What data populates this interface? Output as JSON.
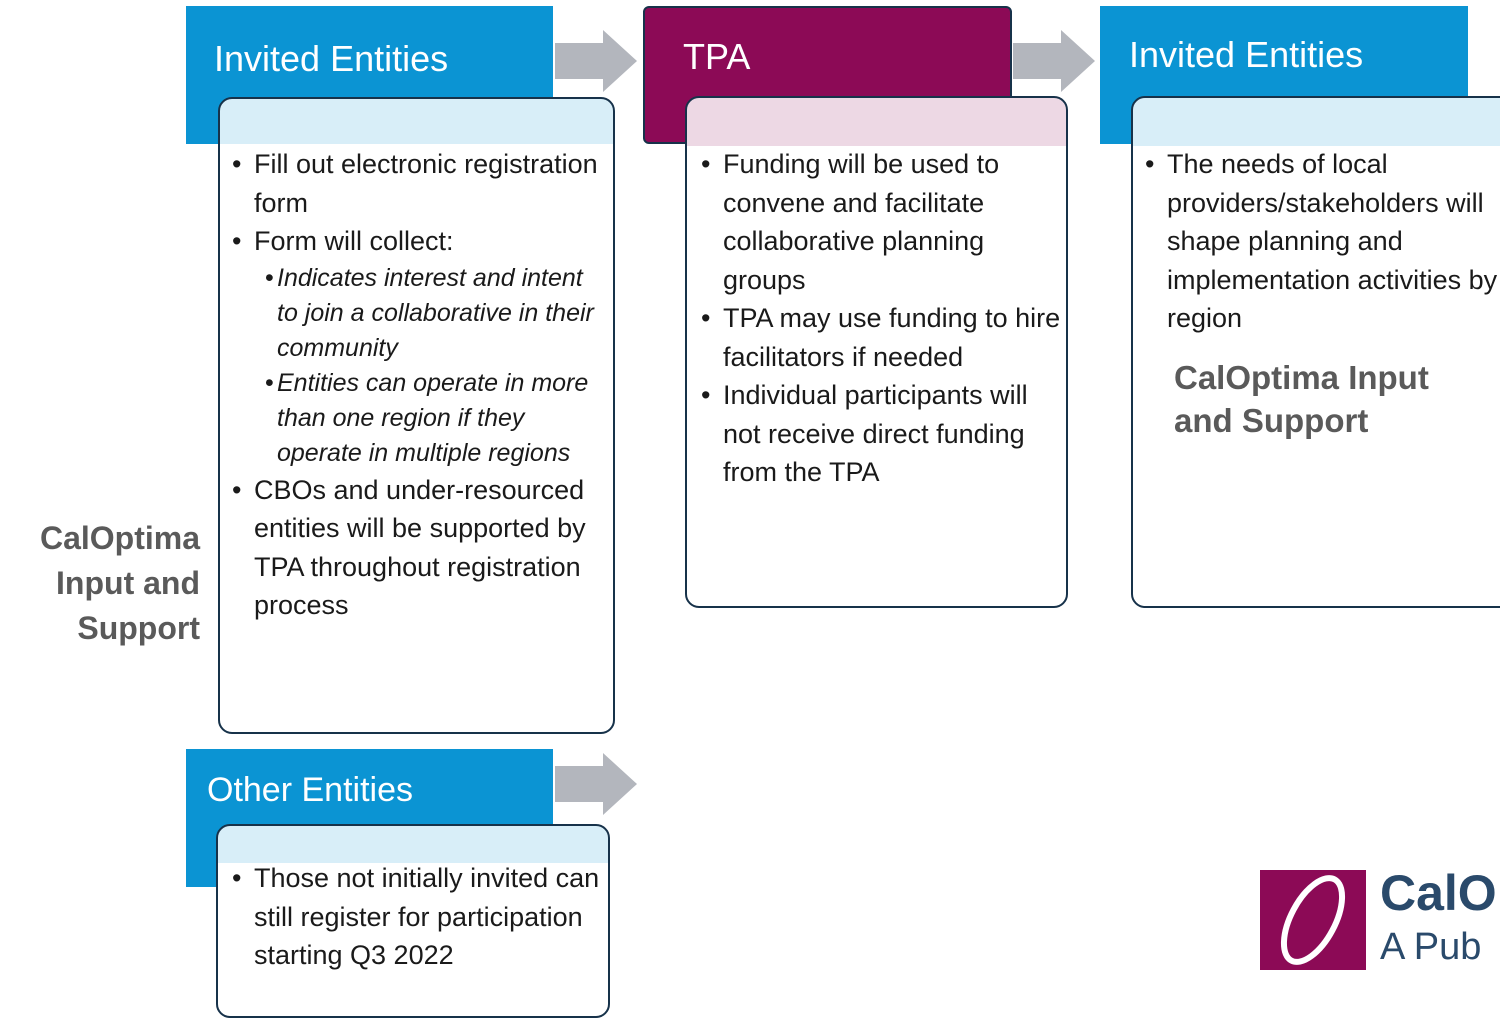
{
  "column1": {
    "header": "Invited Entities",
    "bullets": [
      {
        "text": "Fill out electronic registration form"
      },
      {
        "text": "Form will collect:"
      },
      {
        "text": "CBOs and under-resourced entities will be supported by TPA throughout registration process"
      }
    ],
    "sub_bullets": [
      "Indicates interest and intent to join a collaborative in their community",
      "Entities can operate in more than one region if they operate in multiple regions"
    ]
  },
  "column2": {
    "header": "TPA",
    "bullets": [
      "Funding will be used to convene and facilitate collaborative planning groups",
      "TPA may use funding to hire facilitators if needed",
      "Individual participants will not receive direct funding from the TPA"
    ]
  },
  "column3": {
    "header": "Invited Entities",
    "bullets": [
      "The needs of local providers/stakeholders will shape planning and implementation activities by region"
    ],
    "support_label": "CalOptima Input and Support"
  },
  "other_entities": {
    "header": "Other Entities",
    "bullets": [
      "Those not initially invited can still register for participation starting Q3 2022"
    ]
  },
  "side_label": "CalOptima Input and Support",
  "logo": {
    "name_fragment": "CalO",
    "tagline_fragment": "A Pub"
  },
  "colors": {
    "blue": "#0b94d3",
    "plum": "#8c0a56",
    "border": "#17324a",
    "arrow": "#b3b6bd",
    "logo_blue": "#2a4a6b"
  }
}
